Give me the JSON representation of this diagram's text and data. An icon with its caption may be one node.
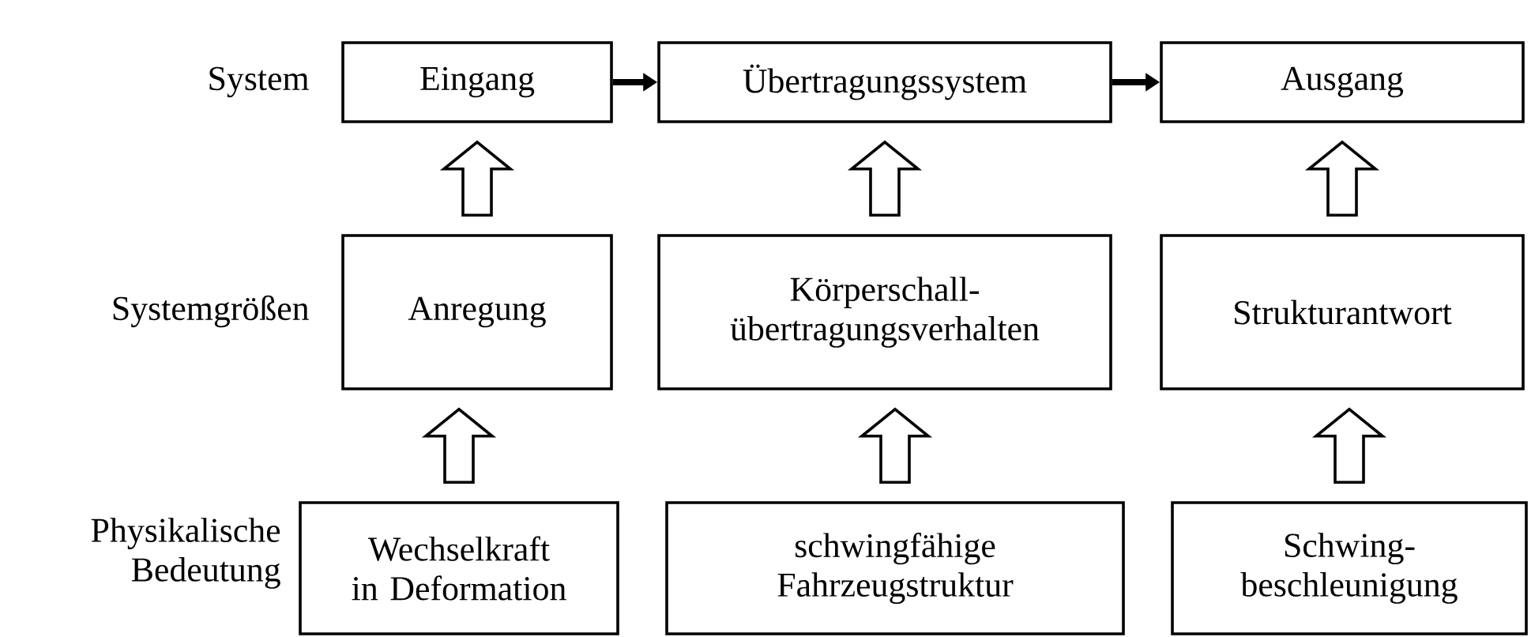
{
  "diagram": {
    "nodes": [
      {
        "text": [
          "Eingang"
        ]
      },
      {
        "text": [
          "Übertragungssystem"
        ]
      },
      {
        "text": [
          "Ausgang"
        ]
      },
      {
        "text": [
          "Anregung"
        ]
      },
      {
        "text": [
          "Körperschall- übertragungsverhalten"
        ]
      },
      {
        "text": [
          "Strukturantwort"
        ]
      },
      {
        "text": [
          "Wechselkraft in Deformation"
        ]
      },
      {
        "text": [
          "schwingfähige Fahrzeugstruktur"
        ]
      },
      {
        "text": [
          "Schwing- beschleunigung"
        ]
      }
    ],
    "edges": [
      {
        "from": 0,
        "to": 1,
        "arrow": "to"
      },
      {
        "from": 1,
        "to": 2,
        "arrow": "to"
      },
      {
        "from": 3,
        "to": 0,
        "arrow": "to"
      },
      {
        "from": 4,
        "to": 1,
        "arrow": "to"
      },
      {
        "from": 5,
        "to": 2,
        "arrow": "to"
      },
      {
        "from": 6,
        "to": 3,
        "arrow": "to"
      },
      {
        "from": 7,
        "to": 4,
        "arrow": "to"
      },
      {
        "from": 8,
        "to": 5,
        "arrow": "to"
      }
    ],
    "labels": [
      "System",
      "Systemgrößen",
      "Physikalische Bedeutung"
    ]
  }
}
